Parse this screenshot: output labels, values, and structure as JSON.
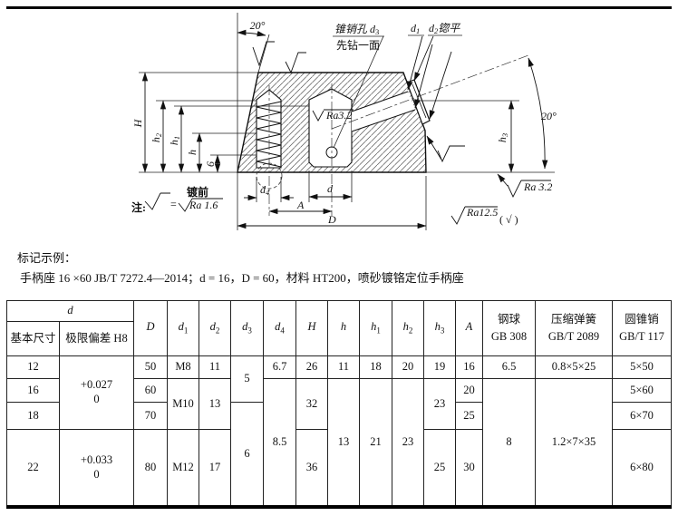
{
  "page": {
    "mark_label": "标记示例：",
    "designation": "手柄座 16 ×60 JB/T 7272.4—2014；d = 16，D = 60，材料 HT200，喷砂镀铬定位手柄座"
  },
  "figure": {
    "angle_top": "20°",
    "angle_right": "20°",
    "pin_hole_label": "锥销孔 d",
    "pin_hole_sub": "3",
    "drill_first": "先钻一面",
    "d1_base": "d",
    "d1_sub": "1",
    "d2_base": "d",
    "d2_sub": "2",
    "d2_suffix": "锪平",
    "ra_inner": "Ra3.2",
    "ra_right": "Ra 3.2",
    "ra_general": "Ra12.5",
    "ra_general_paren": "( √ )",
    "note_prefix": "注:",
    "note_equals": "=",
    "note_plating": "镀前",
    "note_ra": "Ra 1.6",
    "dim_H": "H",
    "dim_h2_base": "h",
    "dim_h2_sub": "2",
    "dim_h1_base": "h",
    "dim_h1_sub": "1",
    "dim_h": "h",
    "dim_six": "6",
    "dim_h3_base": "h",
    "dim_h3_sub": "3",
    "dim_d4_base": "d",
    "dim_d4_sub": "4",
    "dim_d": "d",
    "dim_A": "A",
    "dim_D": "D"
  },
  "table": {
    "header": {
      "d_group": "d",
      "basic": "基本尺寸",
      "deviation": "极限偏差 H8",
      "cols": [
        {
          "base": "D",
          "sub": ""
        },
        {
          "base": "d",
          "sub": "1"
        },
        {
          "base": "d",
          "sub": "2"
        },
        {
          "base": "d",
          "sub": "3"
        },
        {
          "base": "d",
          "sub": "4"
        },
        {
          "base": "H",
          "sub": ""
        },
        {
          "base": "h",
          "sub": ""
        },
        {
          "base": "h",
          "sub": "1"
        },
        {
          "base": "h",
          "sub": "2"
        },
        {
          "base": "h",
          "sub": "3"
        },
        {
          "base": "A",
          "sub": ""
        }
      ],
      "ball_name": "钢球",
      "ball_std": "GB 308",
      "spring_name": "压缩弹簧",
      "spring_std": "GB/T 2089",
      "pin_name": "圆锥销",
      "pin_std": "GB/T 117"
    },
    "rows": [
      {
        "basic": "12",
        "dev": "+0.027\n0",
        "D": "50",
        "d1": "M8",
        "d2": "11",
        "d3": "5",
        "d4": "6.7",
        "H": "26",
        "h": "11",
        "h1": "18",
        "h2": "20",
        "h3": "19",
        "A": "16",
        "ball": "6.5",
        "spring": "0.8×5×25",
        "pin": "5×50"
      },
      {
        "basic": "16",
        "D": "60",
        "d1": "M10",
        "d2": "13",
        "d4": "8.5",
        "H": "32",
        "h": "13",
        "h1": "21",
        "h2": "23",
        "h3": "23",
        "A": "20",
        "ball": "8",
        "spring": "1.2×7×35",
        "pin": "5×60"
      },
      {
        "basic": "18",
        "D": "70",
        "d3": "6",
        "A": "25",
        "pin": "6×70"
      },
      {
        "basic": "22",
        "dev": "+0.033\n0",
        "D": "80",
        "d1": "M12",
        "d2": "17",
        "H": "36",
        "h3": "25",
        "A": "30",
        "pin": "6×80"
      }
    ]
  }
}
